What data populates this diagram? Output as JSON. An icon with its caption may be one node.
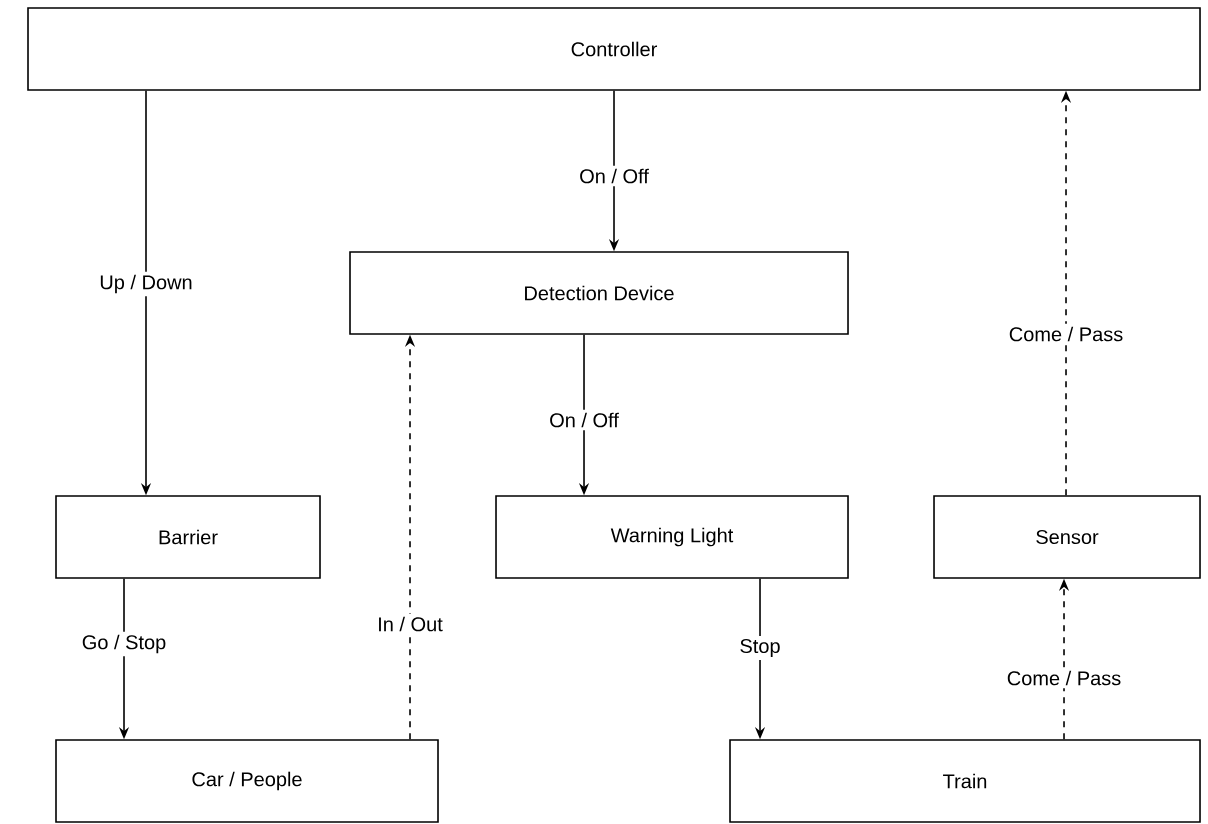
{
  "diagram": {
    "nodes": [
      {
        "text": [
          "Controller"
        ]
      },
      {
        "text": [
          "Detection Device"
        ]
      },
      {
        "text": [
          "Barrier"
        ]
      },
      {
        "text": [
          "Warning Light"
        ]
      },
      {
        "text": [
          "Sensor"
        ]
      },
      {
        "text": [
          "Car / People"
        ]
      },
      {
        "text": [
          "Train"
        ]
      }
    ],
    "edges": [
      {
        "from": 0,
        "to": 1,
        "arrow": "to",
        "label": "On / Off"
      },
      {
        "from": 0,
        "to": 2,
        "arrow": "to",
        "label": "Up  / Down"
      },
      {
        "from": 1,
        "to": 3,
        "arrow": "to",
        "label": "On / Off"
      },
      {
        "from": 2,
        "to": 5,
        "arrow": "to",
        "label": "Go / Stop"
      },
      {
        "from": 5,
        "to": 1,
        "arrow": "to",
        "label": "In / Out",
        "style": "dashed"
      },
      {
        "from": 3,
        "to": 6,
        "arrow": "to",
        "label": "Stop"
      },
      {
        "from": 6,
        "to": 4,
        "arrow": "to",
        "label": "Come / Pass",
        "style": "dashed"
      },
      {
        "from": 4,
        "to": 0,
        "arrow": "to",
        "label": "Come / Pass",
        "style": "dashed"
      }
    ]
  }
}
